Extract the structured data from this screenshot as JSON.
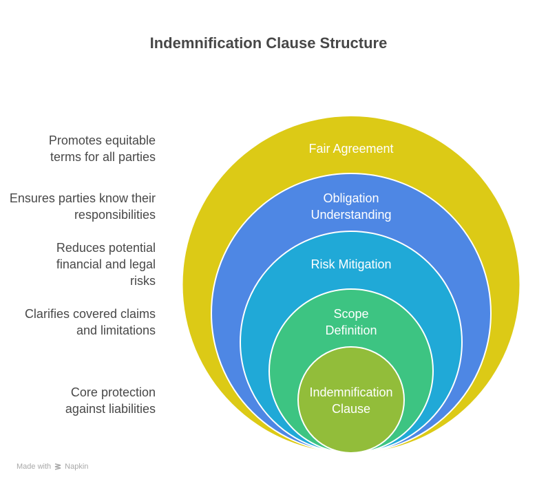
{
  "title": "Indemnification Clause Structure",
  "layers": [
    {
      "label_lines": [
        "Fair Agreement"
      ],
      "description": "Promotes equitable terms for all parties",
      "color": "#dcca16"
    },
    {
      "label_lines": [
        "Obligation",
        "Understanding"
      ],
      "description": "Ensures parties know their responsibilities",
      "color": "#4e87e4"
    },
    {
      "label_lines": [
        "Risk Mitigation"
      ],
      "description": "Reduces potential financial and legal risks",
      "color": "#20a9d7"
    },
    {
      "label_lines": [
        "Scope",
        "Definition"
      ],
      "description": "Clarifies covered claims and limitations",
      "color": "#3dc482"
    },
    {
      "label_lines": [
        "Indemnification",
        "Clause"
      ],
      "description": "Core protection against liabilities",
      "color": "#92bd3a"
    }
  ],
  "descriptions": {
    "d0": "Promotes equitable terms for all parties",
    "d1": "Ensures parties know their responsibilities",
    "d2": "Reduces potential financial and legal risks",
    "d3": "Clarifies covered claims and limitations",
    "d4": "Core protection against liabilities"
  },
  "footer": {
    "made_with": "Made with",
    "brand": "Napkin"
  }
}
